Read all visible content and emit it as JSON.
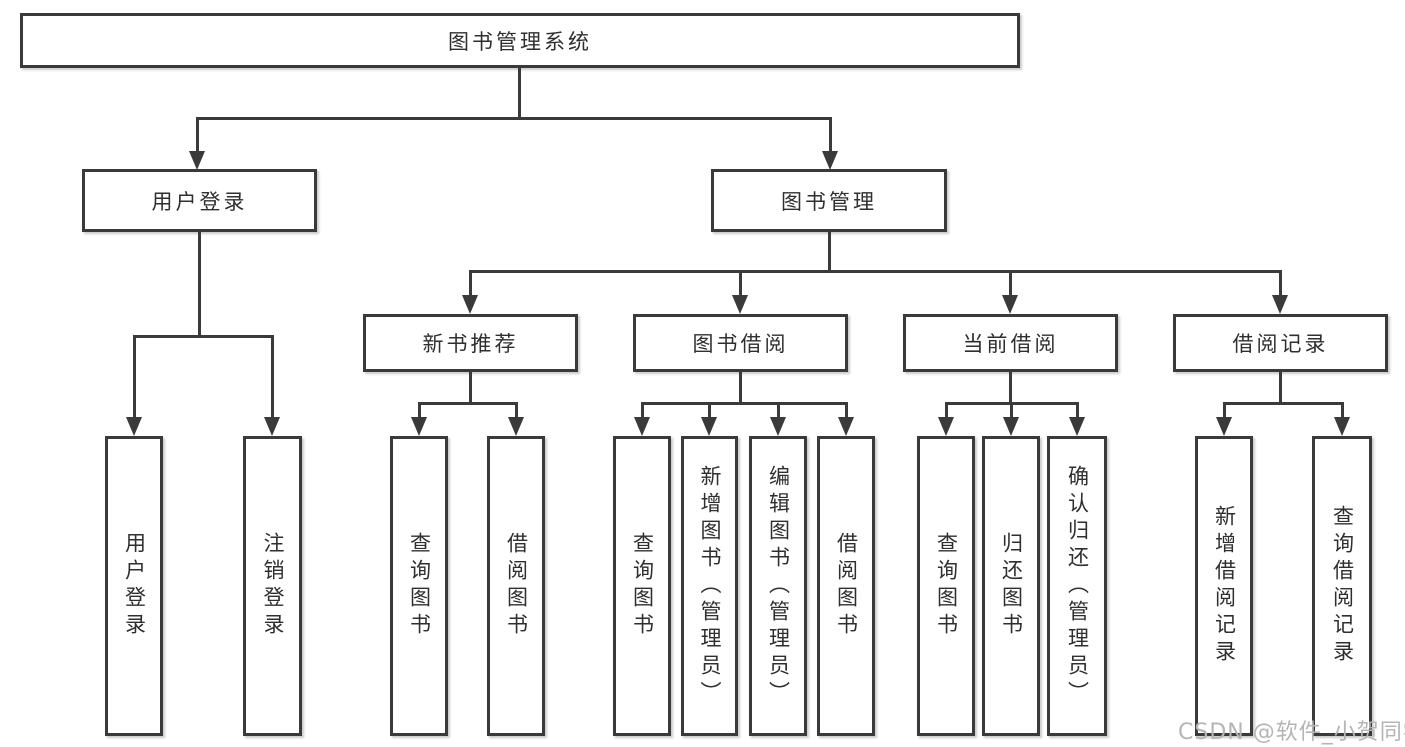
{
  "diagram": {
    "root": {
      "label": "图书管理系统"
    },
    "login": {
      "label": "用户登录",
      "children": [
        {
          "label": "用户登录"
        },
        {
          "label": "注销登录"
        }
      ]
    },
    "management": {
      "label": "图书管理",
      "groups": [
        {
          "label": "新书推荐",
          "children": [
            {
              "label": "查询图书"
            },
            {
              "label": "借阅图书"
            }
          ]
        },
        {
          "label": "图书借阅",
          "children": [
            {
              "label": "查询图书"
            },
            {
              "label": "新增图书（管理员）"
            },
            {
              "label": "编辑图书（管理员）"
            },
            {
              "label": "借阅图书"
            }
          ]
        },
        {
          "label": "当前借阅",
          "children": [
            {
              "label": "查询图书"
            },
            {
              "label": "归还图书"
            },
            {
              "label": "确认归还（管理员）"
            }
          ]
        },
        {
          "label": "借阅记录",
          "children": [
            {
              "label": "新增借阅记录"
            },
            {
              "label": "查询借阅记录"
            }
          ]
        }
      ]
    },
    "colors": {
      "line": "#3a3a3a",
      "box_border": "#3a3a3a",
      "text": "#2f2f2f",
      "background": "#ffffff"
    }
  },
  "watermark": {
    "text": "CSDN @软件_小贺同学",
    "color": "#b5b5b5"
  }
}
